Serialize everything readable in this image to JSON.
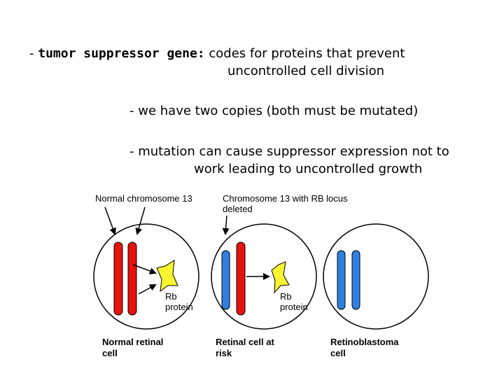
{
  "bullets": {
    "item1": {
      "dash": "-",
      "term": "tumor suppressor gene",
      "colon": ":",
      "definition_line1": "codes for proteins that prevent",
      "definition_line2": "uncontrolled cell division"
    },
    "item2": {
      "dash": "-",
      "text": "we have two copies (both must be mutated)"
    },
    "item3": {
      "dash": "-",
      "line1": "mutation can cause suppressor expression not to",
      "line2": "work leading to uncontrolled growth"
    }
  },
  "figure": {
    "label_normal_chromosome": "Normal chromosome 13",
    "label_deleted_line1": "Chromosome 13 with RB locus",
    "label_deleted_line2": "deleted",
    "rb_protein_1_line1": "Rb",
    "rb_protein_1_line2": "protein",
    "rb_protein_2_line1": "Rb",
    "rb_protein_2_line2": "protein",
    "caption_1_line1": "Normal retinal",
    "caption_1_line2": "cell",
    "caption_2_line1": "Retinal cell at",
    "caption_2_line2": "risk",
    "caption_3_line1": "Retinoblastoma",
    "caption_3_line2": "cell",
    "colors": {
      "normal_chromosome": "#e8120c",
      "deleted_chromosome": "#2f7fe0",
      "protein": "#f8f430",
      "cell_outline": "#000000"
    }
  }
}
